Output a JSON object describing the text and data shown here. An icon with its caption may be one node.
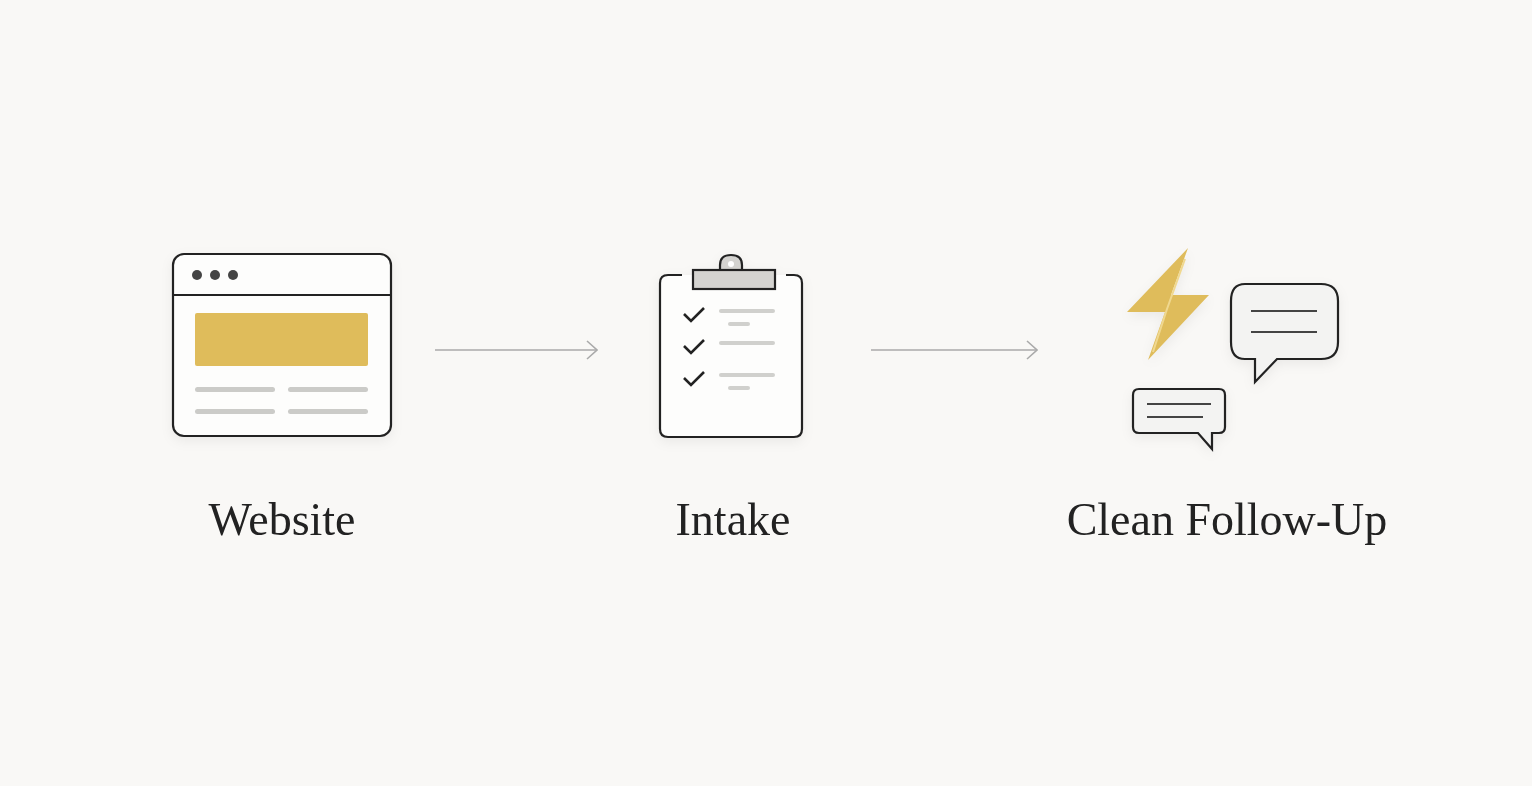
{
  "diagram": {
    "nodes": [
      {
        "text": [
          "Website"
        ]
      },
      {
        "text": [
          "Intake"
        ]
      },
      {
        "text": [
          "Clean Follow-Up"
        ]
      }
    ],
    "edges": [
      {
        "from": 0,
        "to": 1,
        "arrow": "to"
      },
      {
        "from": 1,
        "to": 2,
        "arrow": "to"
      }
    ]
  }
}
